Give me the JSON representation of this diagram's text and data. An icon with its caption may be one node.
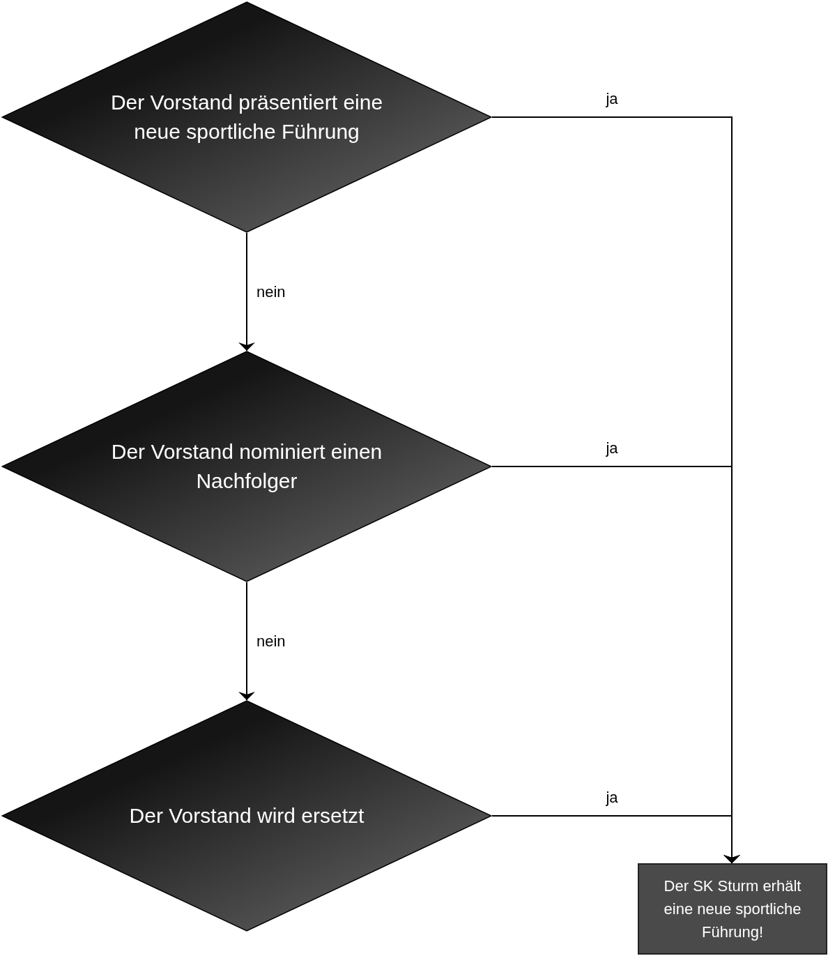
{
  "diagram": {
    "nodes": [
      {
        "text": [
          "Der Vorstand präsentiert eine neue sportliche Führung"
        ]
      },
      {
        "text": [
          "Der Vorstand nominiert einen Nachfolger"
        ]
      },
      {
        "text": [
          "Der Vorstand wird ersetzt"
        ]
      },
      {
        "text": [
          "Der SK Sturm erhält eine neue sportliche Führung!"
        ]
      }
    ],
    "edges": [
      {
        "from": 0,
        "to": 1,
        "arrow": "to",
        "label": "nein"
      },
      {
        "from": 1,
        "to": 2,
        "arrow": "to",
        "label": "nein"
      },
      {
        "from": 0,
        "to": 3,
        "arrow": "to",
        "label": "ja"
      },
      {
        "from": 1,
        "to": 3,
        "arrow": "to",
        "label": "ja"
      },
      {
        "from": 2,
        "to": 3,
        "arrow": "to",
        "label": "ja"
      }
    ]
  }
}
